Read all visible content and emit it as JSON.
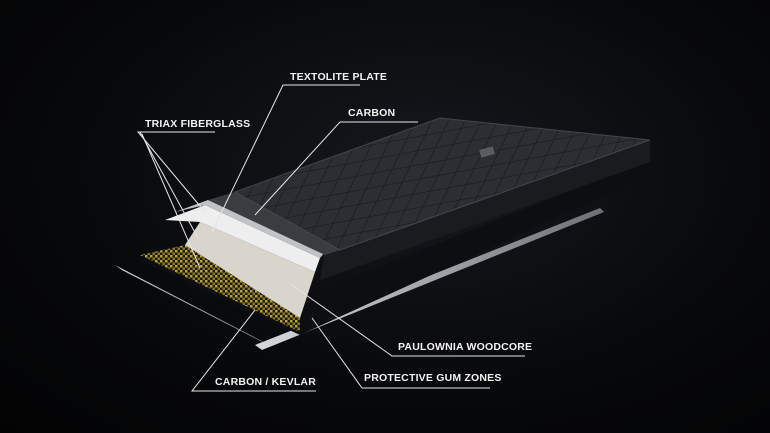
{
  "labels": {
    "textolite_plate": "TEXTOLITE PLATE",
    "carbon": "CARBON",
    "triax_fiberglass": "TRIAX FIBERGLASS",
    "paulownia_woodcore": "PAULOWNIA WOODCORE",
    "protective_gum_zones": "PROTECTIVE GUM ZONES",
    "carbon_kevlar": "CARBON / KEVLAR"
  },
  "colors": {
    "background": "#050608",
    "label_text": "#f2f2f2",
    "leader_line": "#e6e6e6",
    "kevlar": "#c8b23a",
    "woodcore": "#d9d4cc",
    "carbon_top": "#2b2d31"
  }
}
